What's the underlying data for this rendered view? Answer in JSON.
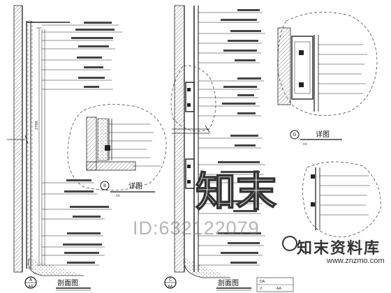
{
  "sheet": {
    "sections": [
      {
        "marker_text": "A",
        "sub_text": "AA",
        "title": "剖面图"
      },
      {
        "marker_text": "C",
        "sub_text": "AA",
        "title": "剖面图"
      }
    ],
    "details": [
      {
        "marker_text": "B",
        "title": "详图",
        "scale": "AA"
      },
      {
        "marker_text": "D",
        "title": "详图",
        "scale": "AA"
      }
    ],
    "dimension_label": "2700",
    "corner_box_lines": [
      "DA",
      "2",
      "AA"
    ]
  },
  "watermark": {
    "id_text": "ID:632122079",
    "big_text": "知末",
    "brand_text": "知末资料库",
    "url_text": "www.znzmo.com"
  }
}
